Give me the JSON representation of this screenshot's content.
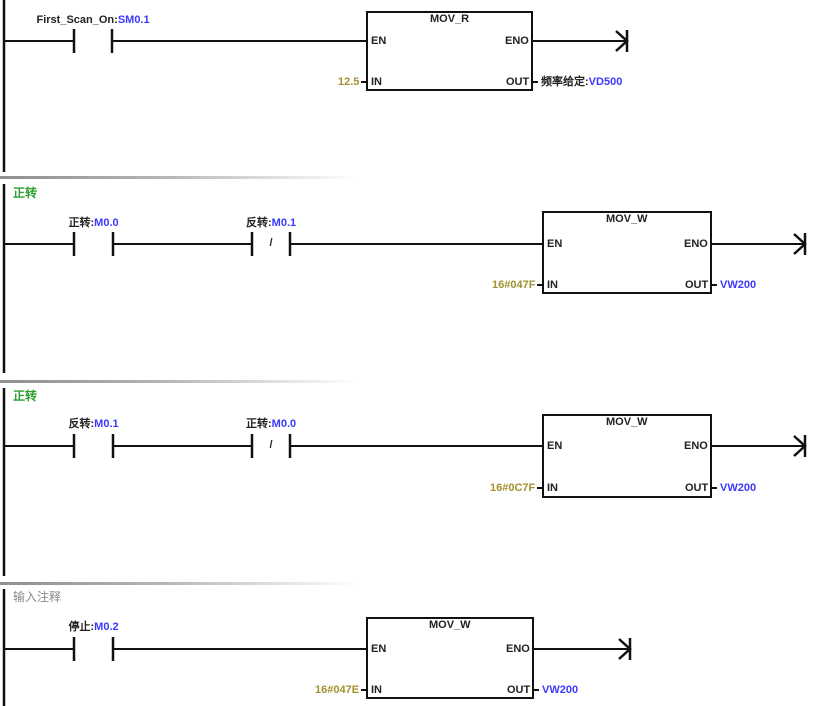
{
  "colors": {
    "comment_green": "#2e9e2e",
    "comment_placeholder": "#8a8a8a",
    "address_blue": "#3a3aff",
    "constant_olive": "#a39030",
    "wire": "#111111"
  },
  "networks": [
    {
      "comment": null,
      "comment_is_placeholder": false,
      "contacts": [
        {
          "symbol": "First_Scan_On",
          "address": "SM0.1",
          "type": "normally-open"
        }
      ],
      "box": {
        "title": "MOV_R",
        "en": "EN",
        "eno": "ENO",
        "in": "IN",
        "out": "OUT",
        "in_value": "12.5",
        "out_symbol": "频率给定",
        "out_address": "VD500"
      }
    },
    {
      "comment": "正转",
      "comment_is_placeholder": false,
      "contacts": [
        {
          "symbol": "正转",
          "address": "M0.0",
          "type": "normally-open"
        },
        {
          "symbol": "反转",
          "address": "M0.1",
          "type": "normally-closed",
          "nc_mark": "/"
        }
      ],
      "box": {
        "title": "MOV_W",
        "en": "EN",
        "eno": "ENO",
        "in": "IN",
        "out": "OUT",
        "in_value": "16#047F",
        "out_symbol": "",
        "out_address": "VW200"
      }
    },
    {
      "comment": "正转",
      "comment_is_placeholder": false,
      "contacts": [
        {
          "symbol": "反转",
          "address": "M0.1",
          "type": "normally-open"
        },
        {
          "symbol": "正转",
          "address": "M0.0",
          "type": "normally-closed",
          "nc_mark": "/"
        }
      ],
      "box": {
        "title": "MOV_W",
        "en": "EN",
        "eno": "ENO",
        "in": "IN",
        "out": "OUT",
        "in_value": "16#0C7F",
        "out_symbol": "",
        "out_address": "VW200"
      }
    },
    {
      "comment": "输入注释",
      "comment_is_placeholder": true,
      "contacts": [
        {
          "symbol": "停止",
          "address": "M0.2",
          "type": "normally-open"
        }
      ],
      "box": {
        "title": "MOV_W",
        "en": "EN",
        "eno": "ENO",
        "in": "IN",
        "out": "OUT",
        "in_value": "16#047E",
        "out_symbol": "",
        "out_address": "VW200"
      }
    }
  ]
}
